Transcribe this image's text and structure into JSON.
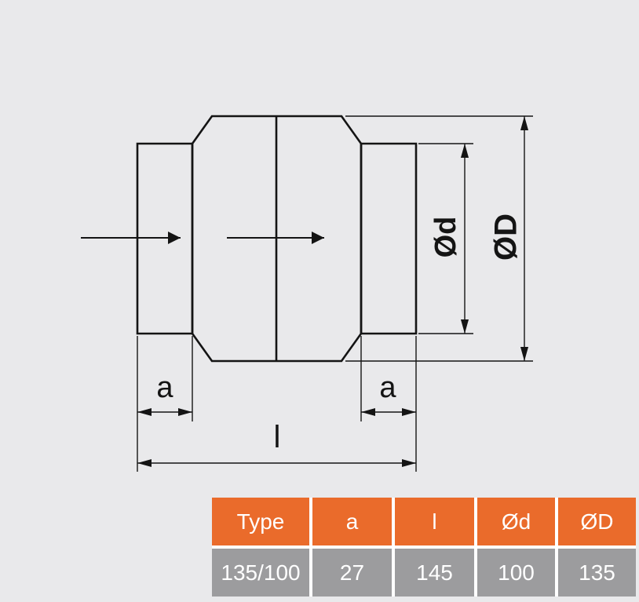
{
  "page": {
    "background": "#e9e9eb"
  },
  "diagram": {
    "labels": {
      "a_left": "a",
      "a_right": "a",
      "l": "l",
      "od_inner": "Ød",
      "od_outer": "ØD"
    },
    "line_color": "#141414"
  },
  "table": {
    "colors": {
      "header_bg": "#ea6b2b",
      "row_bg": "#9c9c9e",
      "text": "#ffffff"
    },
    "columns": [
      "Type",
      "a",
      "l",
      "Ød",
      "ØD"
    ],
    "rows": [
      [
        "135/100",
        "27",
        "145",
        "100",
        "135"
      ]
    ]
  }
}
